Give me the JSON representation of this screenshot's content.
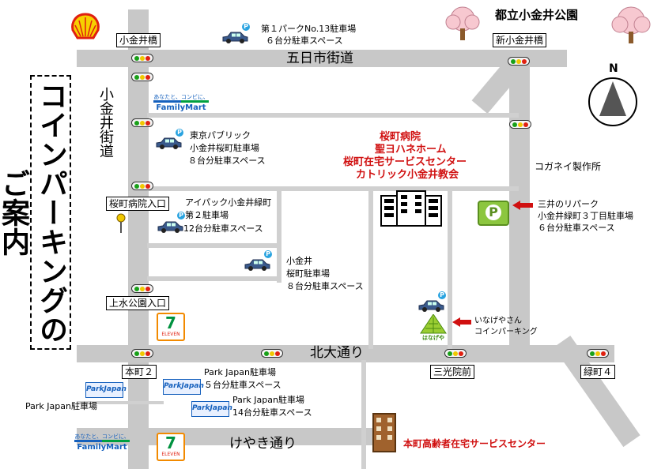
{
  "title_vertical": "コインパーキングのご案内",
  "park_name": "都立小金井公園",
  "roads": {
    "itsukaichi": "五日市街道",
    "koganei_kaido": "小金井街道",
    "kita_odori": "北大通り",
    "keyaki_dori": "けやき通り"
  },
  "intersections": {
    "koganei_bashi": "小金井橋",
    "shin_koganei_bashi": "新小金井橋",
    "sakuramachi_byoin_iriguchi": "桜町病院入口",
    "josui_koen_iriguchi": "上水公園入口",
    "honcho_2": "本町２",
    "sankoin_mae": "三光院前",
    "midoricho_4": "緑町４"
  },
  "parkings": [
    {
      "lines": [
        "第１パークNo.13駐車場",
        "６台分駐車スペース"
      ]
    },
    {
      "lines": [
        "東京パブリック",
        "小金井桜町駐車場",
        "８台分駐車スペース"
      ]
    },
    {
      "lines": [
        "アイパック小金井緑町",
        "第２駐車場",
        "12台分駐車スペース"
      ]
    },
    {
      "lines": [
        "小金井",
        "桜町駐車場",
        "８台分駐車スペース"
      ]
    },
    {
      "lines": [
        "三井のリパーク",
        "小金井緑町３丁目駐車場",
        "６台分駐車スペース"
      ]
    },
    {
      "lines": [
        "いなげやさん",
        "コインパーキング"
      ]
    },
    {
      "lines": [
        "Park Japan駐車場",
        "５台分駐車スペース"
      ]
    },
    {
      "lines": [
        "Park Japan駐車場",
        "14台分駐車スペース"
      ]
    },
    {
      "lines": [
        "Park Japan駐車場"
      ]
    }
  ],
  "facility": {
    "lines": [
      "桜町病院",
      "聖ヨハネホーム",
      "桜町在宅サービスセンター",
      "カトリック小金井教会"
    ]
  },
  "landmarks": {
    "koganei_seisakusho": "コガネイ製作所",
    "honcho_center": "本町高齢者在宅サービスセンター",
    "north": "N",
    "familymart_tag": "あなたと、コンビに、",
    "familymart": "FamilyMart",
    "seven": "7",
    "eleven": "ELEVEN",
    "inageya": "はなげや",
    "park_japan_logo": "ParkJapan",
    "parking_p": "P"
  },
  "colors": {
    "road": "#c8c8c8",
    "accent_red": "#d01010",
    "parking_green": "#8cc63f",
    "familymart_green": "#00a040",
    "familymart_blue": "#1560bd",
    "car_blue": "#3a5a8c"
  }
}
